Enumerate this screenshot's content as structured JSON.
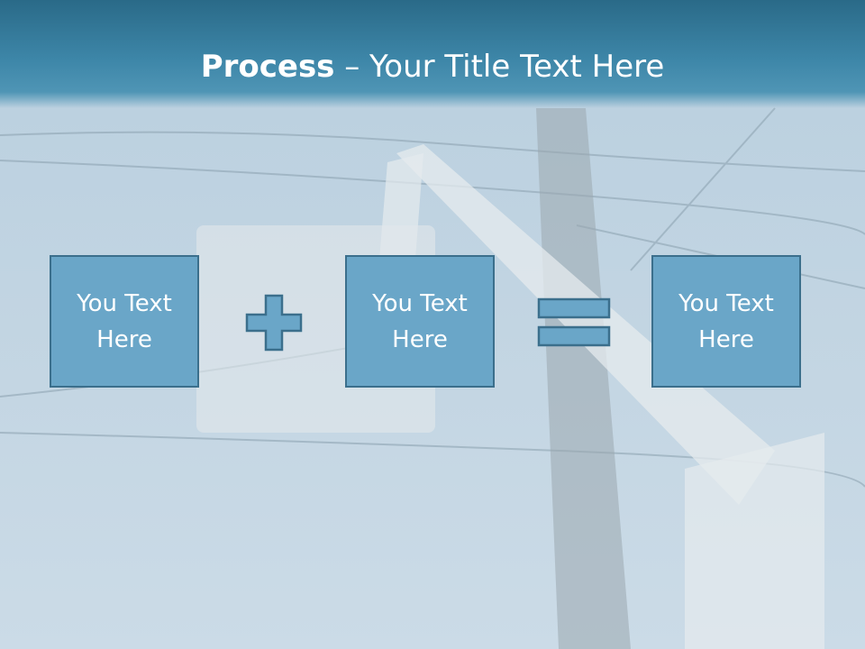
{
  "slide": {
    "title_bold": "Process",
    "title_rest": " – Your Title Text Here",
    "boxes": [
      {
        "text": "You Text Here"
      },
      {
        "text": "You Text Here"
      },
      {
        "text": "You Text Here"
      }
    ],
    "operators": [
      "plus-icon",
      "equals-icon"
    ]
  },
  "colors": {
    "header": "#3d86a8",
    "box_fill": "#6aa6c8",
    "box_border": "#3b6f8c",
    "background": "#c4d6e3"
  }
}
